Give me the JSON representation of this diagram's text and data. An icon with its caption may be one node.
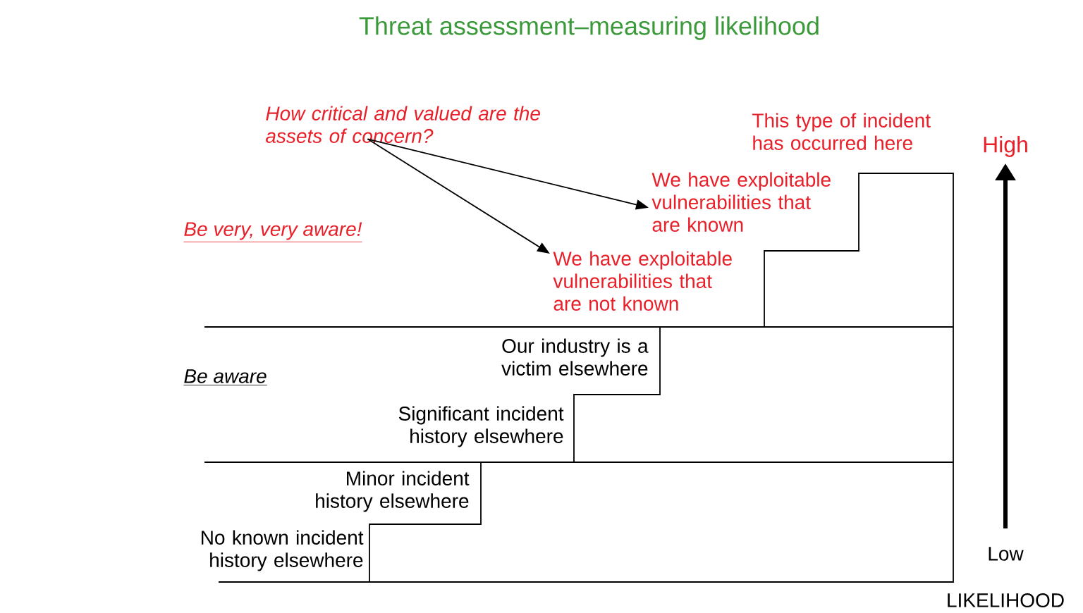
{
  "diagram": {
    "title": "Threat assessment–measuring likelihood",
    "nodes": [
      {
        "text": [
          "How critical and valued are the assets of concern?"
        ]
      },
      {
        "text": [
          "We have exploitable vulnerabilities that are known"
        ]
      },
      {
        "text": [
          "We have exploitable vulnerabilities that are not known"
        ]
      }
    ],
    "edges": [
      {
        "from": 0,
        "to": 1,
        "arrow": "to"
      },
      {
        "from": 0,
        "to": 2,
        "arrow": "to"
      }
    ],
    "labels": [
      "This type of incident has occurred here",
      "High",
      "Be very, very aware!",
      "Our industry is a victim elsewhere",
      "Be aware",
      "Significant incident history elsewhere",
      "Minor incident history elsewhere",
      "No known incident history elsewhere",
      "Low",
      "LIKELIHOOD"
    ]
  }
}
